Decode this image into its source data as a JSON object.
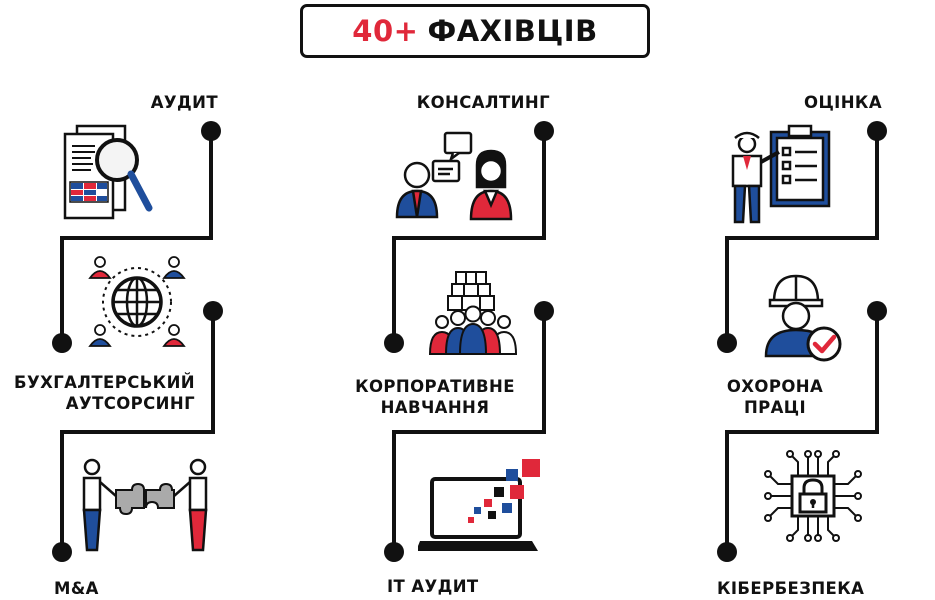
{
  "header": {
    "count": "40+",
    "word": "ФАХІВЦІВ"
  },
  "services": {
    "audit": "АУДИТ",
    "accounting_line1": "БУХГАЛТЕРСЬКИЙ",
    "accounting_line2": "АУТСОРСИНГ",
    "ma": "M&A",
    "consulting": "КОНСАЛТИНГ",
    "training_line1": "КОРПОРАТИВНЕ",
    "training_line2": "НАВЧАННЯ",
    "it_audit": "ІТ АУДИТ",
    "valuation": "ОЦІНКА",
    "safety_line1": "ОХОРОНА",
    "safety_line2": "ПРАЦІ",
    "cyber": "КІБЕРБЕЗПЕКА"
  },
  "colors": {
    "accent_red": "#e0283a",
    "accent_blue": "#1f4e9c",
    "line": "#111111"
  }
}
